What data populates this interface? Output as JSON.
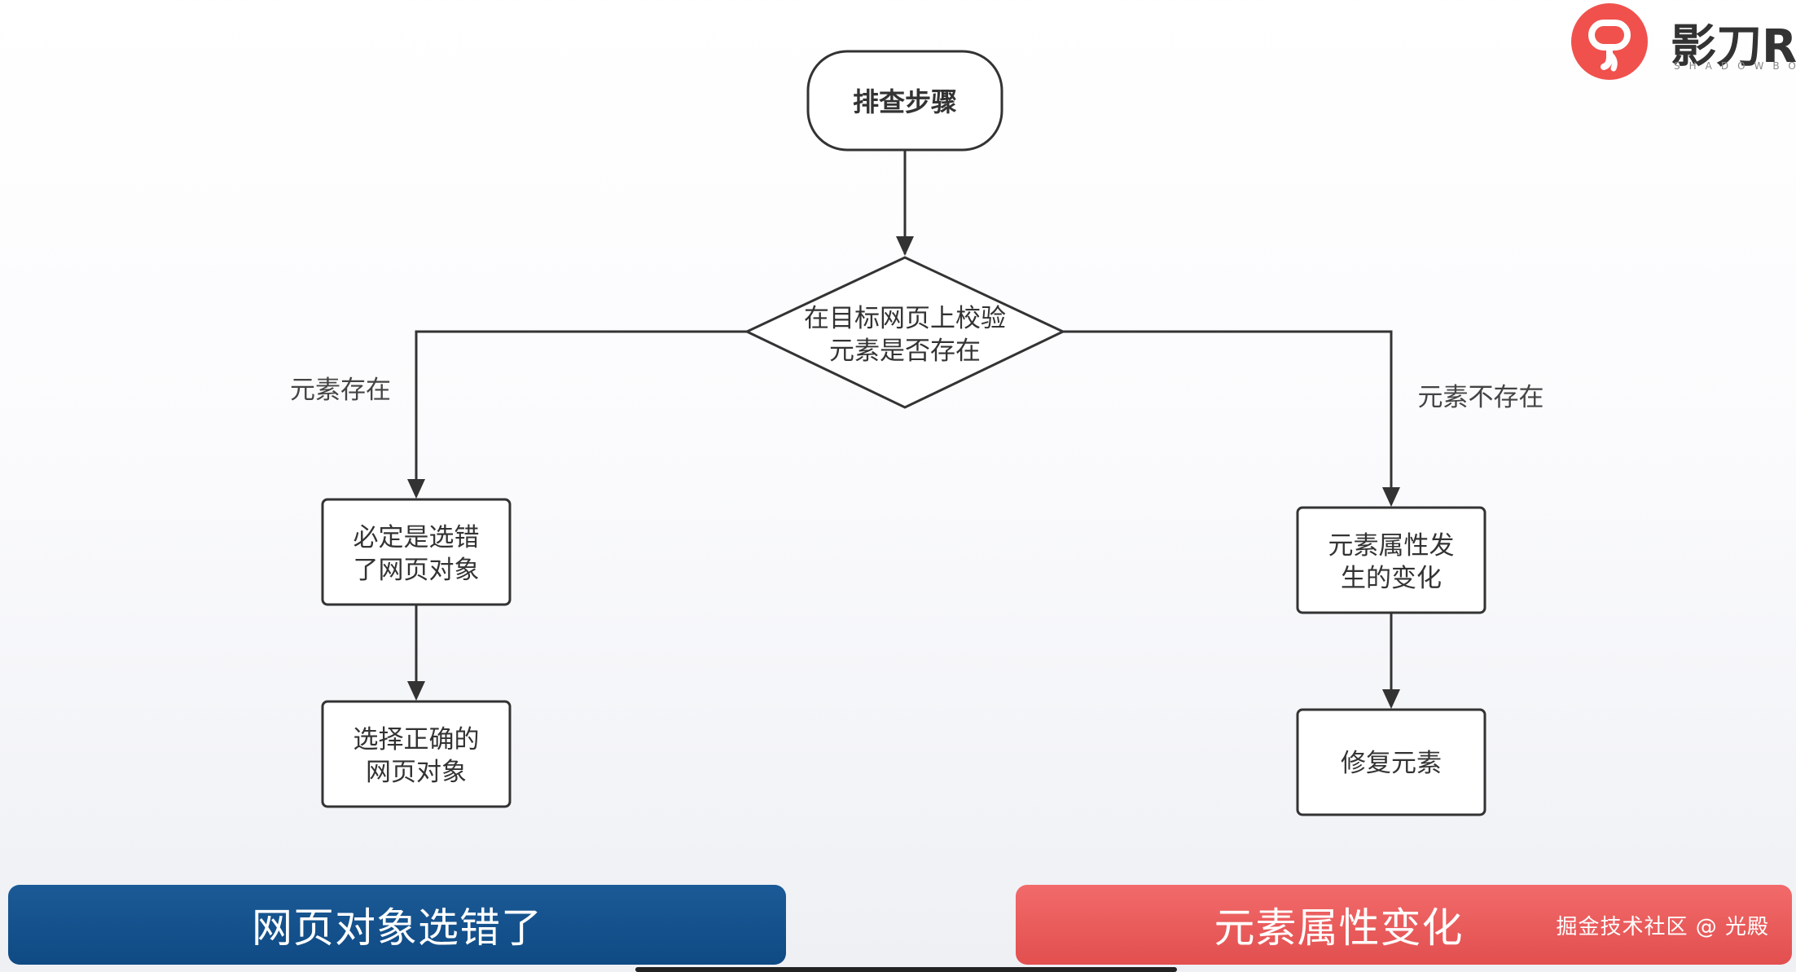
{
  "logo": {
    "name": "影刀RI",
    "subtitle": "SHADOWBOT",
    "icon": "shadowbot-logo-icon",
    "color": "#f0514d"
  },
  "flowchart": {
    "start": {
      "label": "排查步骤"
    },
    "decision": {
      "line1": "在目标网页上校验",
      "line2": "元素是否存在"
    },
    "branch_left": {
      "label": "元素存在"
    },
    "branch_right": {
      "label": "元素不存在"
    },
    "left_step1": {
      "line1": "必定是选错",
      "line2": "了网页对象"
    },
    "left_step2": {
      "line1": "选择正确的",
      "line2": "网页对象"
    },
    "right_step1": {
      "line1": "元素属性发",
      "line2": "生的变化"
    },
    "right_step2": {
      "label": "修复元素"
    }
  },
  "banners": {
    "left": {
      "text": "网页对象选错了",
      "color": "#0f4a84"
    },
    "right": {
      "text": "元素属性变化",
      "color": "#e24f4f"
    }
  },
  "watermark": "掘金技术社区 @ 光殿"
}
